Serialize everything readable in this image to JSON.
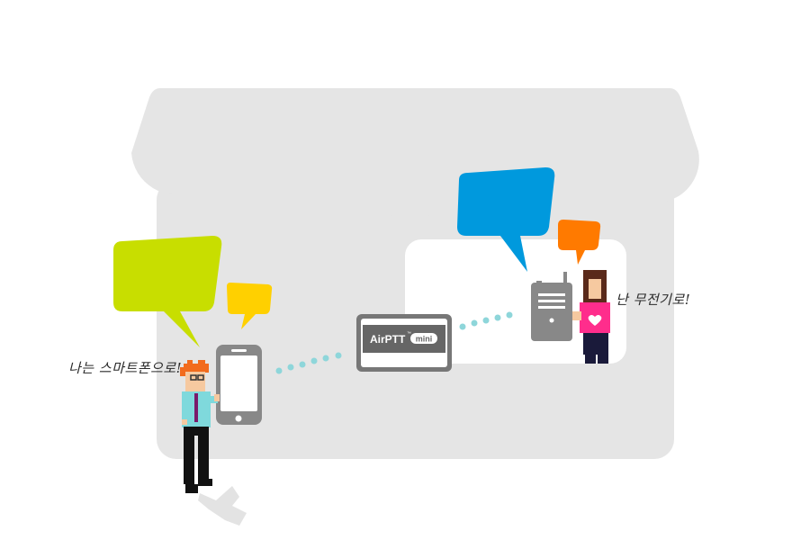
{
  "device": {
    "brand": "AirPTT",
    "trademark": "™",
    "model": "mini"
  },
  "captions": {
    "smartphone_user": "나는 스마트폰으로!",
    "radio_user": "난 무전기로!"
  },
  "colors": {
    "awning": "#e5e5e5",
    "store_wall": "#e5e5e5",
    "window": "#ffffff",
    "bubble_lime": "#c8de00",
    "bubble_yellow": "#ffd000",
    "bubble_blue": "#0099dd",
    "bubble_orange": "#ff7a00",
    "dots": "#8ed6da",
    "device_gray": "#888888",
    "shirt_cyan": "#7fd9dc",
    "shirt_pink": "#ff2d8c",
    "hair_orange": "#f26b1d",
    "hair_brown": "#5a2a1a"
  }
}
